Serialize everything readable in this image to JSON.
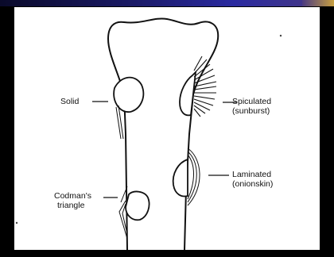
{
  "labels": {
    "solid": "Solid",
    "spiculated_line1": "Spiculated",
    "spiculated_line2": "(sunburst)",
    "laminated_line1": "Laminated",
    "laminated_line2": "(onionskin)",
    "codman_line1": "Codman's",
    "codman_line2": "triangle"
  },
  "colors": {
    "background": "#000000",
    "figure": "#ffffff",
    "ink": "#111111"
  }
}
